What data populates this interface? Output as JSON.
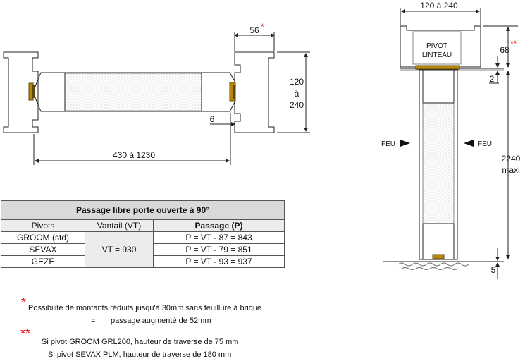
{
  "plan": {
    "dim_top": "56",
    "dim_top_mark": "*",
    "dim_height_top": "120",
    "dim_height_mid": "à",
    "dim_height_bot": "240",
    "dim_gap": "6",
    "dim_width": "430 à 1230"
  },
  "elevation": {
    "dim_top": "120 à 240",
    "pivot_label_1": "PIVOT",
    "pivot_label_2": "LINTEAU",
    "dim_68": "68",
    "dim_68_mark": "**",
    "dim_2": "2",
    "fire_left": "FEU",
    "fire_right": "FEU",
    "dim_height_top": "2240",
    "dim_height_bot": "maxi",
    "dim_5": "5"
  },
  "table": {
    "title": "Passage libre porte ouverte à 90°",
    "headers": [
      "Pivots",
      "Vantail (VT)",
      "Passage (P)"
    ],
    "vantail_value": "VT = 930",
    "rows": [
      {
        "pivot": "GROOM (std)",
        "passage": "P = VT - 87 = 843"
      },
      {
        "pivot": "SEVAX",
        "passage": "P = VT - 79 = 851"
      },
      {
        "pivot": "GEZE",
        "passage": "P = VT - 93 = 937"
      }
    ]
  },
  "notes": {
    "star1": "*",
    "note1_line1": "Possibilité de montants réduits jusqu'à 30mm sans feuillure à brique",
    "note1_eq": "=",
    "note1_line2": "passage augmenté de 52mm",
    "star2": "**",
    "note2_line1": "Si pivot GROOM GRL200, hauteur de traverse de 75 mm",
    "note2_line2": "Si pivot SEVAX PLM, hauteur de traverse de 180 mm"
  },
  "colors": {
    "line": "#222222",
    "hinge": "#b8860b",
    "hinge_dark": "#5a4a10",
    "red": "#e01010",
    "table_header": "#d9d9d9"
  }
}
